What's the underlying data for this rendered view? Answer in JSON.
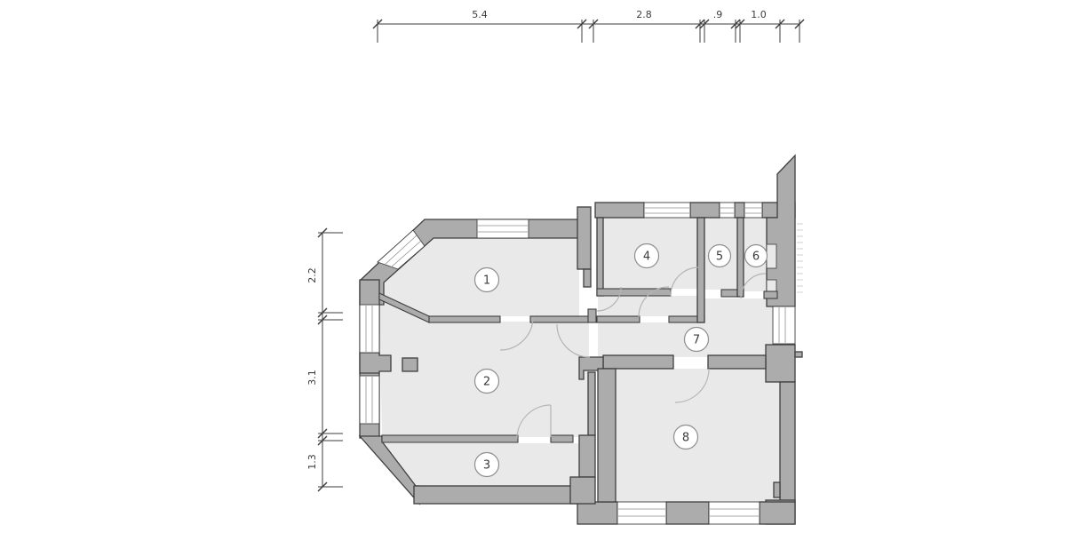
{
  "rooms": [
    {
      "number": "1"
    },
    {
      "number": "2"
    },
    {
      "number": "3"
    },
    {
      "number": "4"
    },
    {
      "number": "5"
    },
    {
      "number": "6"
    },
    {
      "number": "7"
    },
    {
      "number": "8"
    }
  ],
  "dimensions": {
    "top": [
      {
        "label": "5.4"
      },
      {
        "label": "2.8"
      },
      {
        "label": ".9"
      },
      {
        "label": "1.0"
      }
    ],
    "left": [
      {
        "label": "2.2"
      },
      {
        "label": "3.1"
      },
      {
        "label": "1.3"
      }
    ]
  },
  "colors": {
    "wall": "#acacac",
    "wall_outline": "#3f3f3f",
    "floor": "#e9e9e9",
    "door_arc": "#b4b4b4",
    "dimension": "#3c3c3c",
    "background": "#ffffff"
  }
}
